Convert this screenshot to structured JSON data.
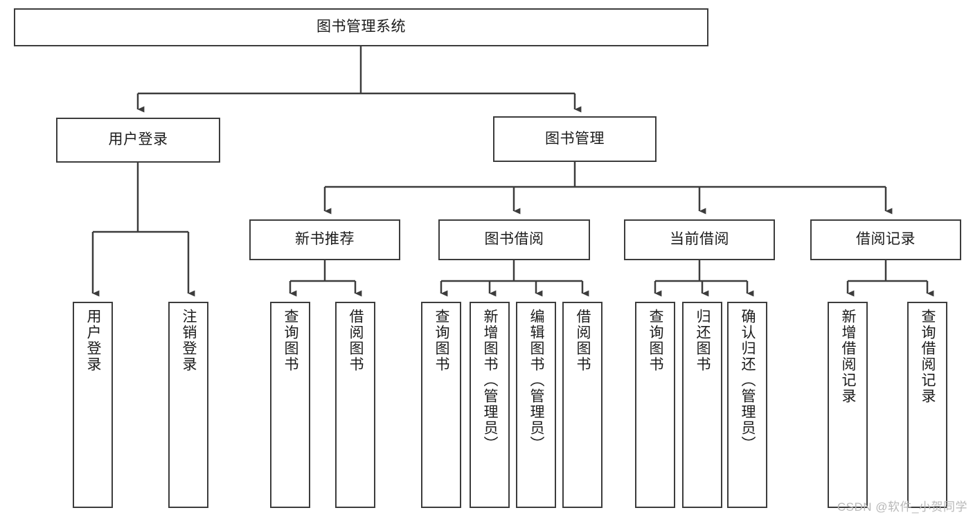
{
  "diagram": {
    "type": "tree",
    "title": "图书管理系统",
    "watermark": "CSDN @软件_小贺同学",
    "line_color": "#3c3c3c",
    "box_fill": "#ffffff",
    "text_color": "#1b1b1b",
    "watermark_color": "#b8b8b8"
  },
  "nodes": {
    "root": {
      "label": "图书管理系统",
      "orientation": "horizontal",
      "level": 0
    },
    "n_user_login_group": {
      "label": "用户登录",
      "orientation": "horizontal",
      "level": 1
    },
    "n_book_manage_group": {
      "label": "图书管理",
      "orientation": "horizontal",
      "level": 1
    },
    "n_new_book_rec": {
      "label": "新书推荐",
      "orientation": "horizontal",
      "level": 2
    },
    "n_book_borrow": {
      "label": "图书借阅",
      "orientation": "horizontal",
      "level": 2
    },
    "n_current_borrow": {
      "label": "当前借阅",
      "orientation": "horizontal",
      "level": 2
    },
    "n_borrow_record": {
      "label": "借阅记录",
      "orientation": "horizontal",
      "level": 2
    },
    "leaf_user_login": {
      "label": "用户登录",
      "orientation": "vertical",
      "level": 3
    },
    "leaf_logout": {
      "label": "注销登录",
      "orientation": "vertical",
      "level": 3
    },
    "leaf_query_book_1": {
      "label": "查询图书",
      "orientation": "vertical",
      "level": 3
    },
    "leaf_borrow_book_1": {
      "label": "借阅图书",
      "orientation": "vertical",
      "level": 3
    },
    "leaf_query_book_2": {
      "label": "查询图书",
      "orientation": "vertical",
      "level": 3
    },
    "leaf_add_book": {
      "label": "新增图书（管理员）",
      "orientation": "vertical",
      "level": 3
    },
    "leaf_edit_book": {
      "label": "编辑图书（管理员）",
      "orientation": "vertical",
      "level": 3
    },
    "leaf_borrow_book_2": {
      "label": "借阅图书",
      "orientation": "vertical",
      "level": 3
    },
    "leaf_query_book_3": {
      "label": "查询图书",
      "orientation": "vertical",
      "level": 3
    },
    "leaf_return_book": {
      "label": "归还图书",
      "orientation": "vertical",
      "level": 3
    },
    "leaf_confirm_return": {
      "label": "确认归还（管理员）",
      "orientation": "vertical",
      "level": 3
    },
    "leaf_add_record": {
      "label": "新增借阅记录",
      "orientation": "vertical",
      "level": 3
    },
    "leaf_query_record": {
      "label": "查询借阅记录",
      "orientation": "vertical",
      "level": 3
    }
  },
  "hierarchy": {
    "图书管理系统": {
      "用户登录": [
        "用户登录",
        "注销登录"
      ],
      "图书管理": {
        "新书推荐": [
          "查询图书",
          "借阅图书"
        ],
        "图书借阅": [
          "查询图书",
          "新增图书（管理员）",
          "编辑图书（管理员）",
          "借阅图书"
        ],
        "当前借阅": [
          "查询图书",
          "归还图书",
          "确认归还（管理员）"
        ],
        "借阅记录": [
          "新增借阅记录",
          "查询借阅记录"
        ]
      }
    }
  }
}
